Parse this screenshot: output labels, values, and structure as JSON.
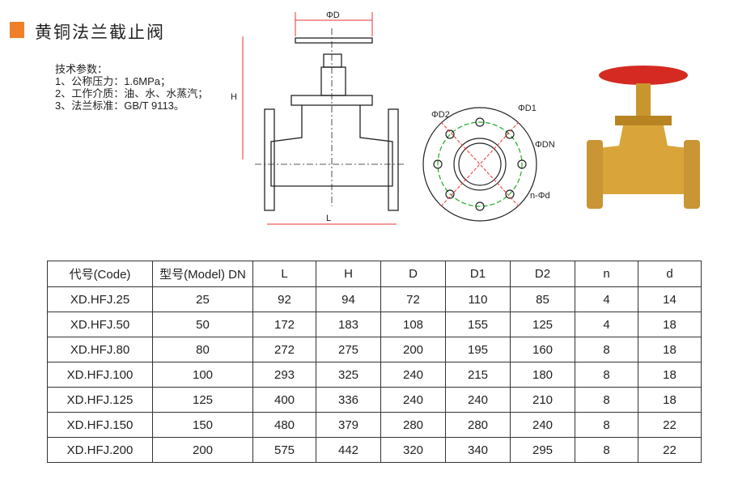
{
  "title": "黄铜法兰截止阀",
  "params": {
    "heading": "技术参数：",
    "items": [
      "1、公称压力：1.6MPa；",
      "2、工作介质：油、水、水蒸汽；",
      "3、法兰标准：GB/T 9113。"
    ]
  },
  "drawing_labels": {
    "phiD": "ΦD",
    "H": "H",
    "L": "L",
    "phiD2": "ΦD2",
    "phiD1": "ΦD1",
    "phiDN": "ΦDN",
    "nphid": "n-Φd"
  },
  "colors": {
    "accent": "#f07f2a"
  },
  "table": {
    "headers": [
      "代号(Code)",
      "型号(Model) DN",
      "L",
      "H",
      "D",
      "D1",
      "D2",
      "n",
      "d"
    ],
    "rows": [
      [
        "XD.HFJ.25",
        "25",
        "92",
        "94",
        "72",
        "110",
        "85",
        "4",
        "14"
      ],
      [
        "XD.HFJ.50",
        "50",
        "172",
        "183",
        "108",
        "155",
        "125",
        "4",
        "18"
      ],
      [
        "XD.HFJ.80",
        "80",
        "272",
        "275",
        "200",
        "195",
        "160",
        "8",
        "18"
      ],
      [
        "XD.HFJ.100",
        "100",
        "293",
        "325",
        "240",
        "215",
        "180",
        "8",
        "18"
      ],
      [
        "XD.HFJ.125",
        "125",
        "400",
        "336",
        "240",
        "240",
        "210",
        "8",
        "18"
      ],
      [
        "XD.HFJ.150",
        "150",
        "480",
        "379",
        "280",
        "280",
        "240",
        "8",
        "22"
      ],
      [
        "XD.HFJ.200",
        "200",
        "575",
        "442",
        "320",
        "340",
        "295",
        "8",
        "22"
      ]
    ]
  }
}
